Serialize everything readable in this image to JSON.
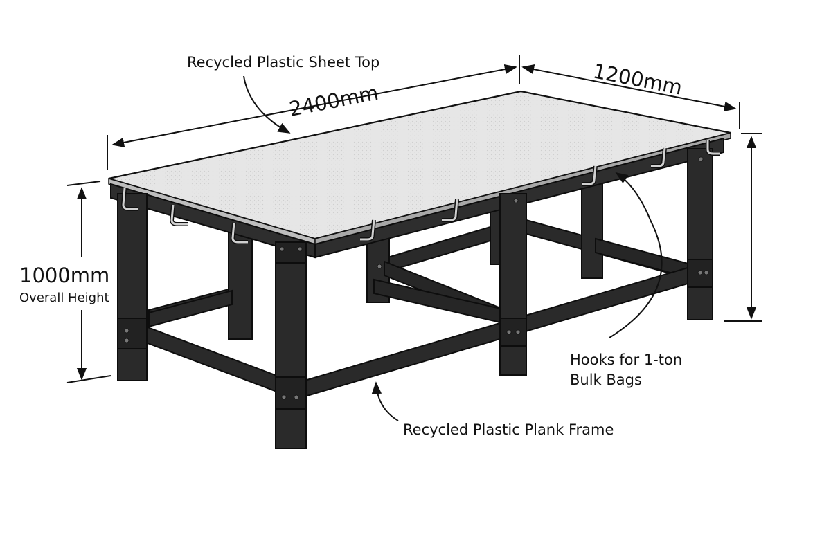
{
  "labels": {
    "sheet_top": "Recycled Plastic Sheet Top",
    "length": "2400mm",
    "width": "1200mm",
    "height_value": "1000mm",
    "height_caption": "Overall Height",
    "hooks_line1": "Hooks for 1-ton",
    "hooks_line2": "Bulk Bags",
    "frame": "Recycled Plastic Plank Frame"
  },
  "colors": {
    "frame": "#2a2a2a",
    "frame_dark": "#161616",
    "frame_light": "#4a4a4a",
    "top": "#e4e4e4",
    "hook": "#cfcfcf",
    "ink": "#111111"
  }
}
